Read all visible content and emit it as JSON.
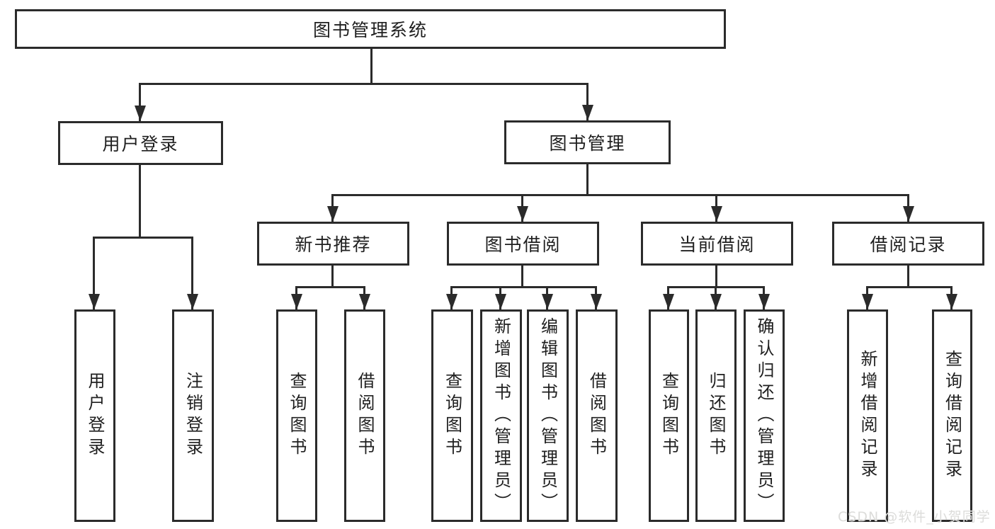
{
  "tree": {
    "label": "图书管理系统",
    "children": [
      {
        "label": "用户登录",
        "children": [
          {
            "label": "用户登录"
          },
          {
            "label": "注销登录"
          }
        ]
      },
      {
        "label": "图书管理",
        "children": [
          {
            "label": "新书推荐",
            "children": [
              {
                "label": "查询图书"
              },
              {
                "label": "借阅图书"
              }
            ]
          },
          {
            "label": "图书借阅",
            "children": [
              {
                "label": "查询图书"
              },
              {
                "label": "新增图书（管理员）"
              },
              {
                "label": "编辑图书（管理员）"
              },
              {
                "label": "借阅图书"
              }
            ]
          },
          {
            "label": "当前借阅",
            "children": [
              {
                "label": "查询图书"
              },
              {
                "label": "归还图书"
              },
              {
                "label": "确认归还（管理员）"
              }
            ]
          },
          {
            "label": "借阅记录",
            "children": [
              {
                "label": "新增借阅记录"
              },
              {
                "label": "查询借阅记录"
              }
            ]
          }
        ]
      }
    ]
  },
  "watermark": {
    "text": "CSDN @软件_小贺同学"
  },
  "colors": {
    "line": "#2b2b2b",
    "text": "#1f1f1f",
    "watermark": "#dcdcda"
  }
}
